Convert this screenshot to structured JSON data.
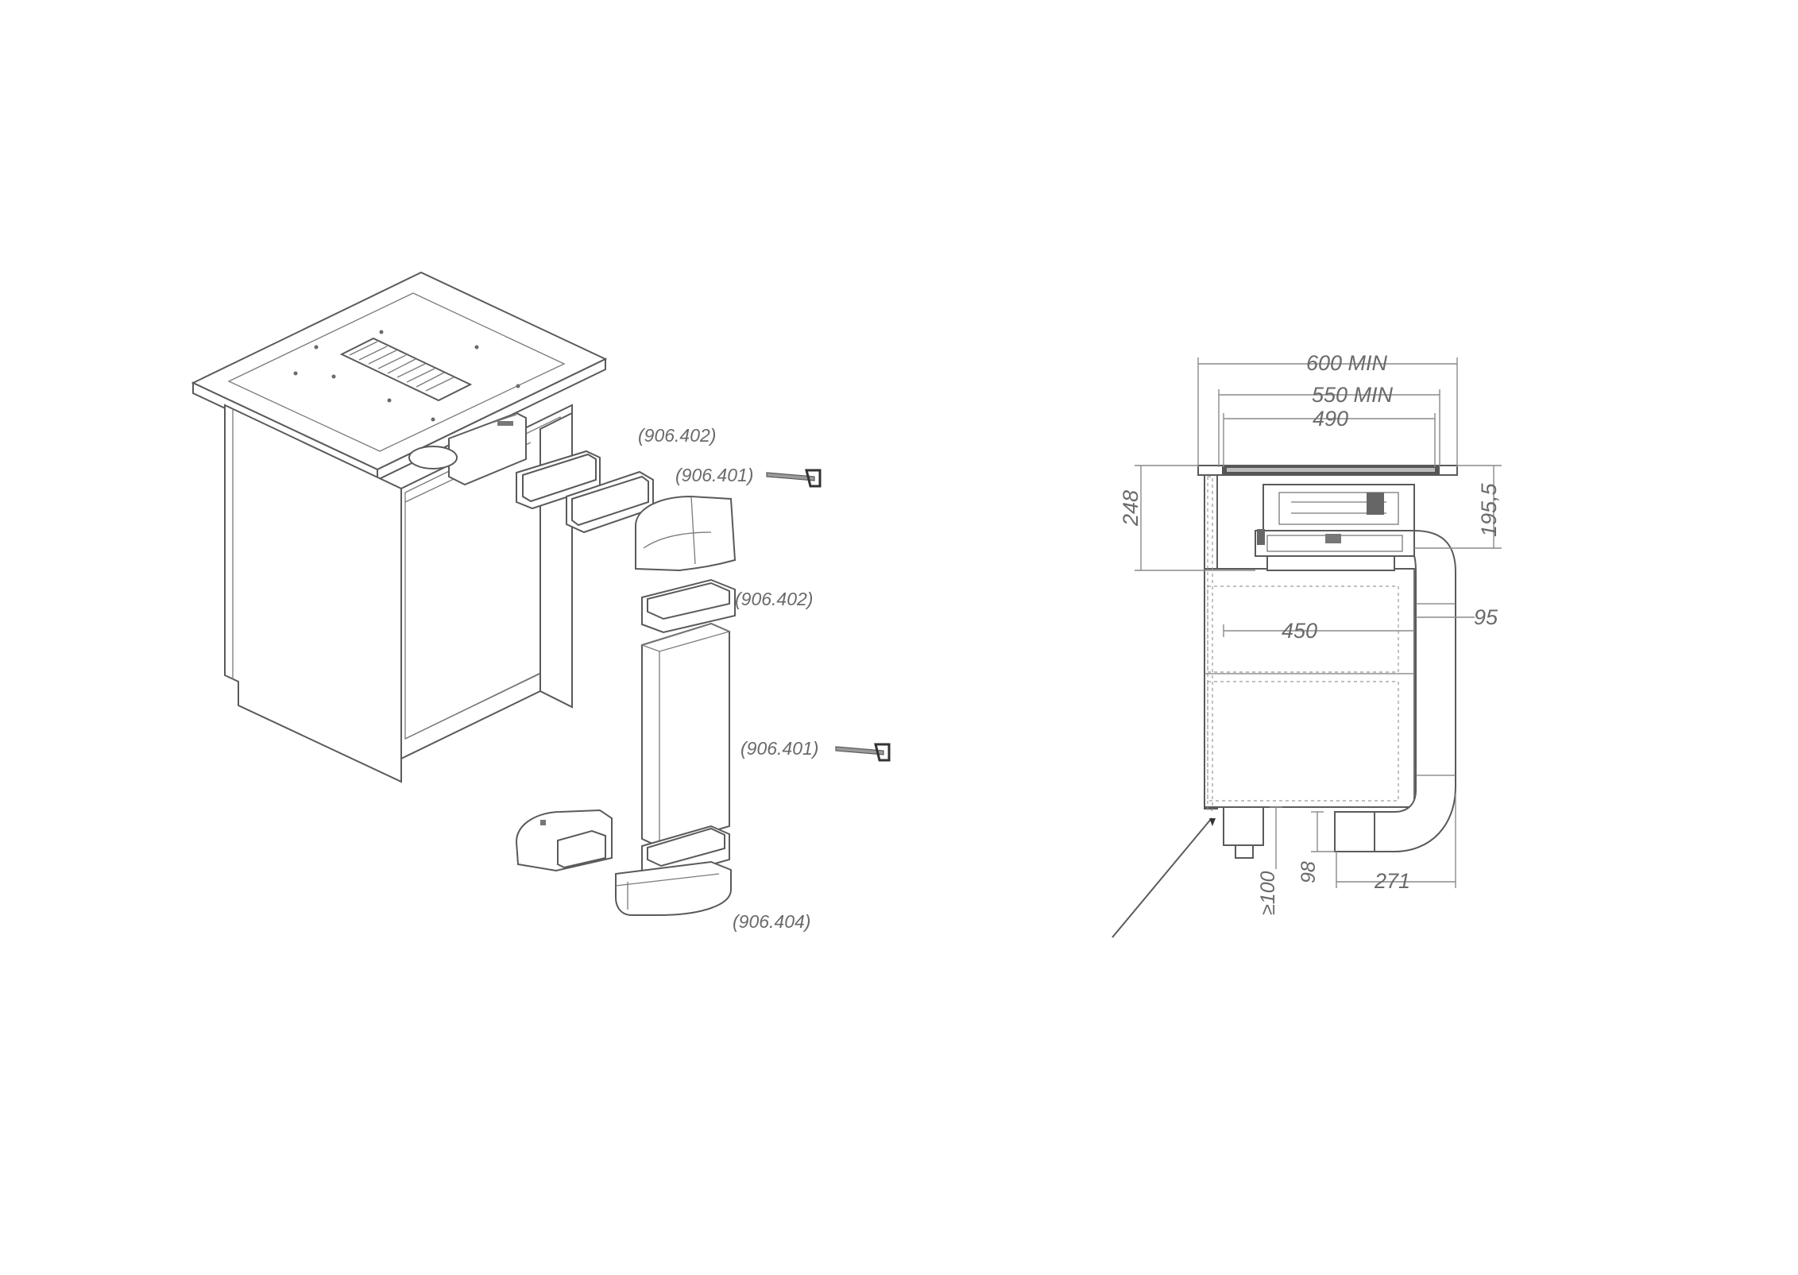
{
  "part_labels": {
    "top_spacer": "(906.402)",
    "top_saw": "(906.401)",
    "mid_spacer": "(906.402)",
    "mid_saw": "(906.401)",
    "bottom_elbow": "(906.404)"
  },
  "dimensions": {
    "width_600": "600 MIN",
    "width_550": "550 MIN",
    "width_490": "490",
    "height_248": "248",
    "height_195": "195,5",
    "width_450": "450",
    "gap_95": "95",
    "plinth_100": "≥100",
    "plinth_98": "98",
    "depth_271": "271"
  },
  "icons": [
    "saw-icon",
    "saw-icon"
  ],
  "colors": {
    "line": "#5a5a5a",
    "text": "#6a6a6a",
    "icon_fill": "#9a9a9a"
  }
}
